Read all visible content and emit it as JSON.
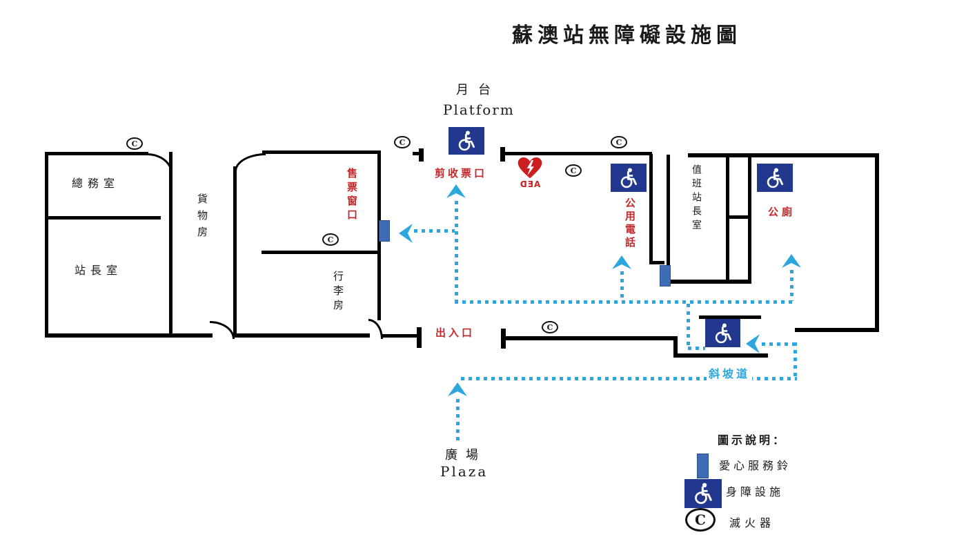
{
  "title": "蘇澳站無障礙設施圖",
  "platform": {
    "zh": "月台",
    "en": "Platform"
  },
  "plaza": {
    "zh": "廣場",
    "en": "Plaza"
  },
  "rooms": {
    "general_affairs": "總務室",
    "station_master": "站長室",
    "cargo": "貨物房",
    "ticket_window": "售票窗口",
    "luggage": "行李房",
    "duty_station_master": "值班站長室",
    "public_toilet": "公廁"
  },
  "labels": {
    "ticket_gate": "剪收票口",
    "public_phone": "公用電話",
    "entrance_exit": "出入口",
    "ramp": "斜坡道",
    "aed": "AED"
  },
  "symbols": {
    "fire_extinguisher_mark": "C"
  },
  "legend": {
    "heading": "圖示說明：",
    "service_bell": "愛心服務鈴",
    "accessible_facility": "身障設施",
    "fire_extinguisher": "滅火器"
  },
  "colors": {
    "route": "#2BA7DE",
    "label_red": "#C3282A",
    "icon_navy": "#22388F",
    "bell_blue": "#3E6DB5",
    "wall_black": "#000000",
    "aed_red": "#CB1F1F"
  }
}
